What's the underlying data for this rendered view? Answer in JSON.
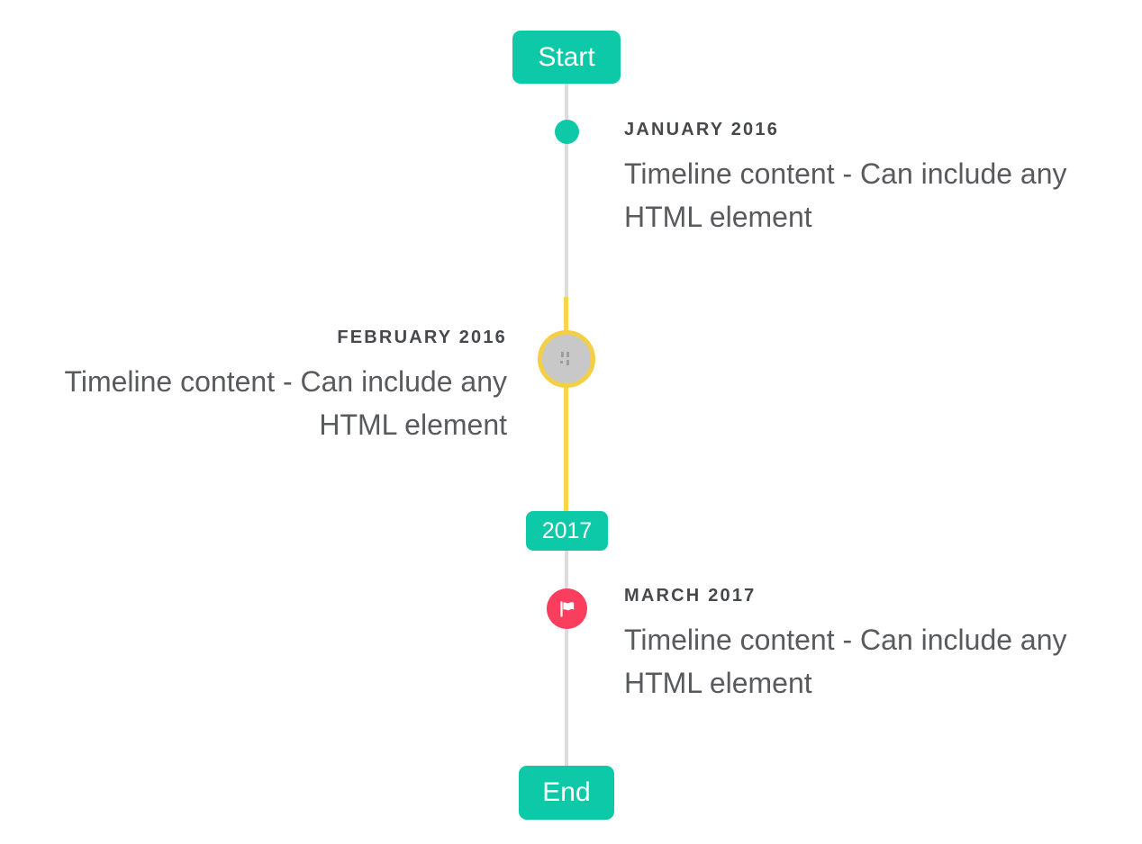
{
  "page": {
    "background_color": "#ffffff"
  },
  "timeline": {
    "start_label": "Start",
    "end_label": "End",
    "year_badge_label": "2017",
    "colors": {
      "accent_teal": "#0dc9a7",
      "highlight_yellow": "#f7d54c",
      "ring_yellow": "#f2cf45",
      "line_gray": "#dcdcdc",
      "marker_gray": "#c8c8c8",
      "flag_red": "#fb3e5d",
      "title_text": "#47484c",
      "body_text": "#595a5e"
    },
    "items": [
      {
        "title": "JANUARY 2016",
        "content": "Timeline content - Can include any HTML element",
        "side": "right",
        "marker": "teal-dot"
      },
      {
        "title": "FEBRUARY 2016",
        "content": "Timeline content - Can include any HTML element",
        "side": "left",
        "marker": "gray-circle-broken-image"
      },
      {
        "title": "MARCH 2017",
        "content": "Timeline content - Can include any HTML element",
        "side": "right",
        "marker": "red-flag-circle"
      }
    ]
  }
}
